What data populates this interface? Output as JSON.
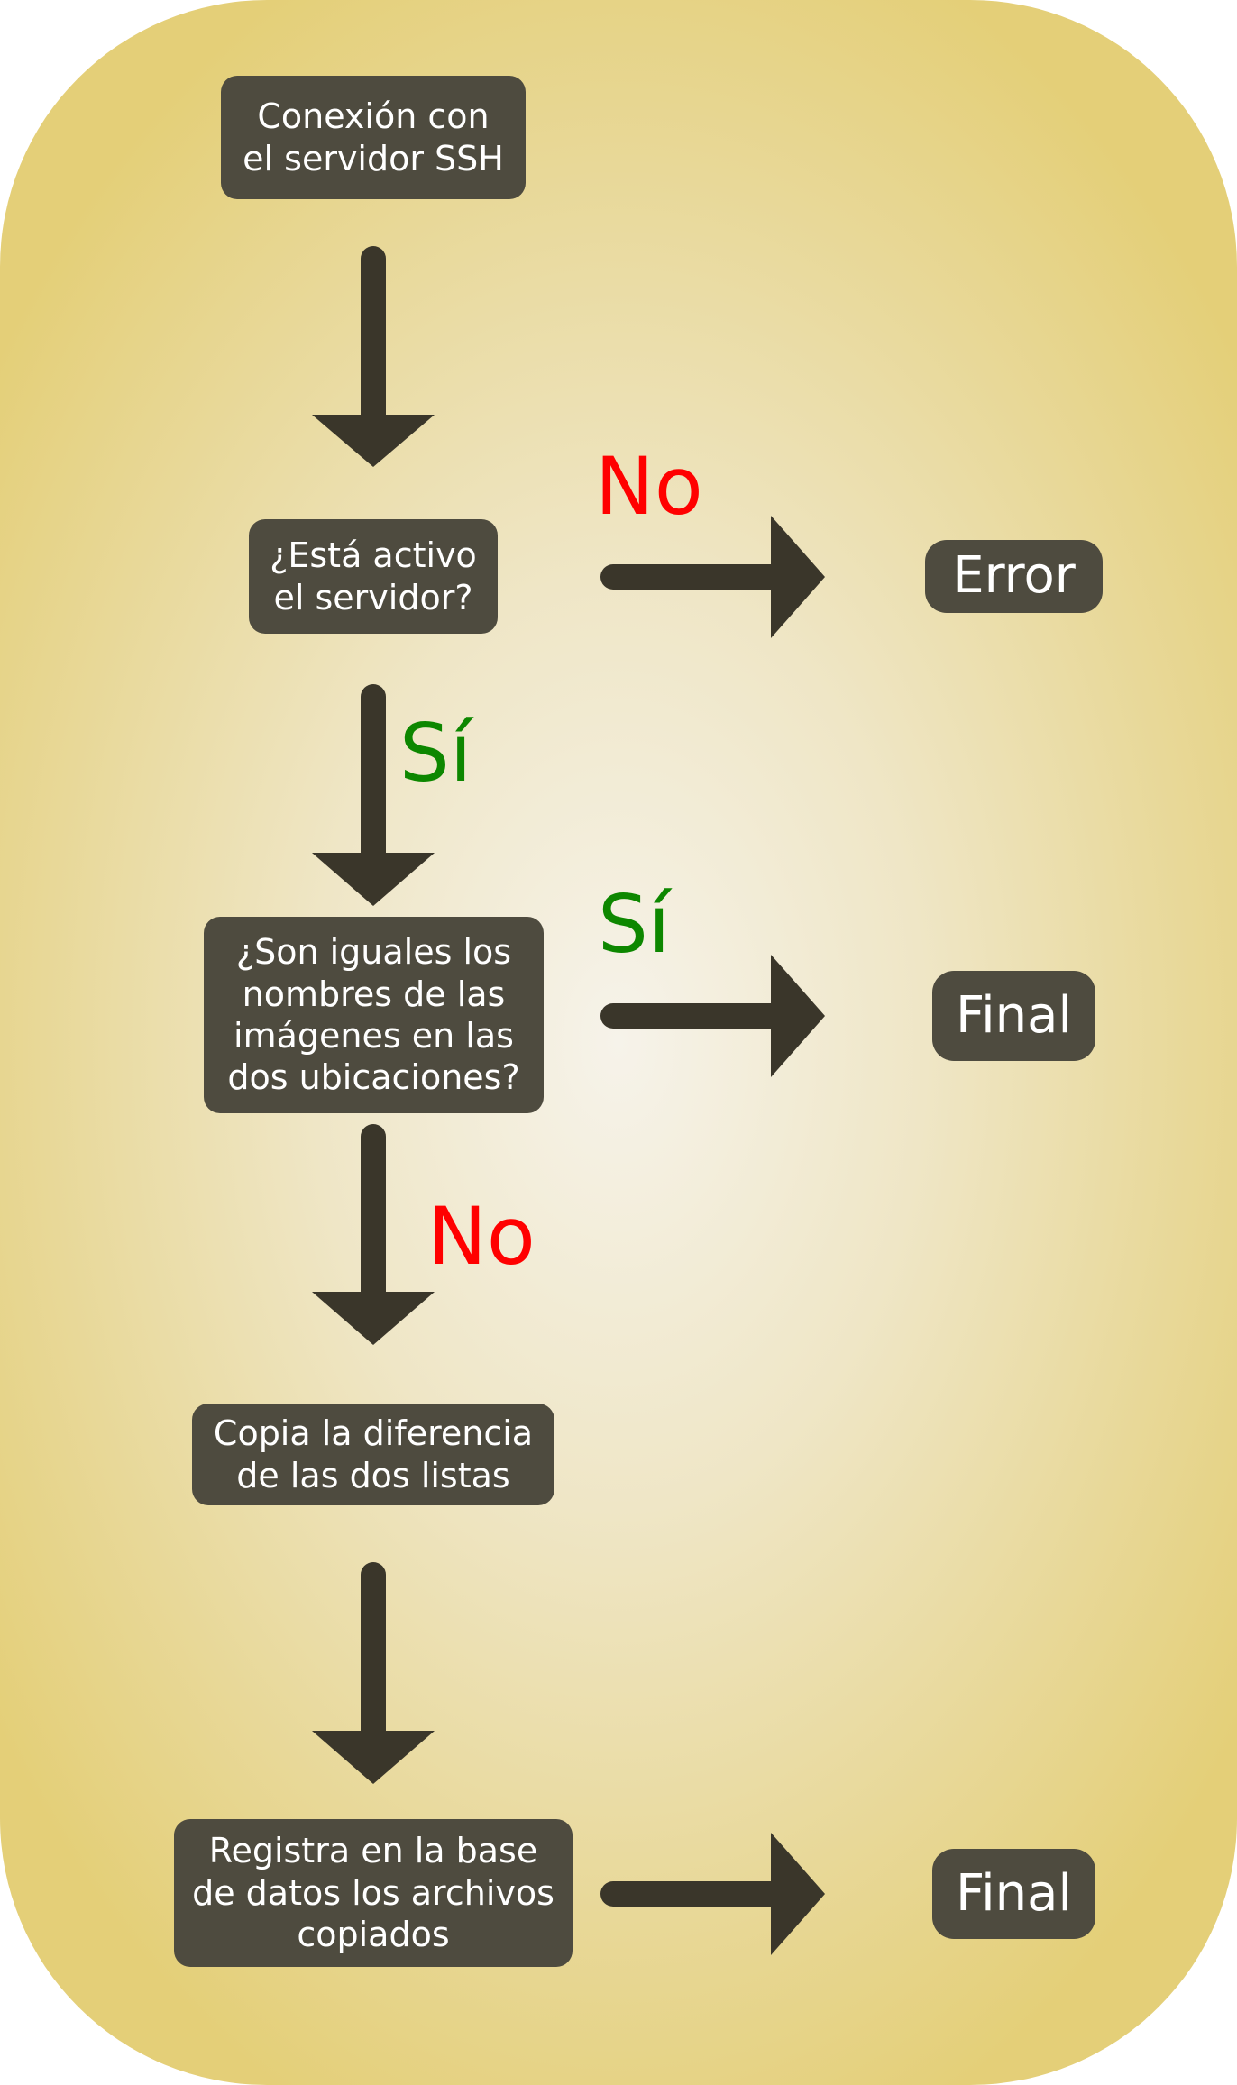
{
  "nodes": {
    "ssh_connection": "Conexión con\nel servidor SSH",
    "server_active": "¿Está activo\nel servidor?",
    "error": "Error",
    "names_equal": "¿Son iguales los\nnombres de las\nimágenes en las\ndos ubicaciones?",
    "final_1": "Final",
    "copy_difference": "Copia la diferencia\nde las dos listas",
    "register_db": "Registra en la base\nde datos los archivos\ncopiados",
    "final_2": "Final"
  },
  "labels": {
    "server_no": "No",
    "server_yes": "Sí",
    "names_yes": "Sí",
    "names_no": "No"
  },
  "colors": {
    "background_center": "#f6f3ea",
    "background_edge": "#e4cf78",
    "node_fill": "#4e4b3f",
    "arrow": "#3a362a",
    "yes_label": "#0d8700",
    "no_label": "#ff0000"
  }
}
